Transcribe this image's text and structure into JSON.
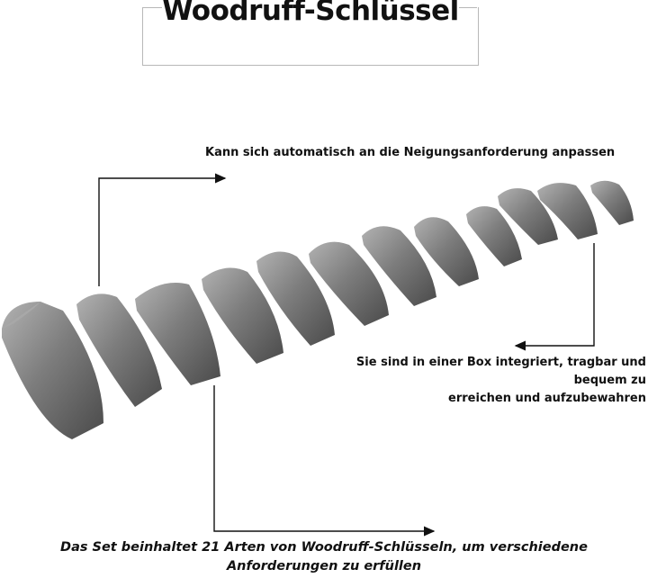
{
  "title": "Woodruff-Schlüssel",
  "captions": {
    "top": "Kann sich automatisch an die Neigungsanforderung anpassen",
    "right_line1": "Sie sind in einer Box integriert, tragbar und bequem zu",
    "right_line2": "erreichen und aufzubewahren",
    "bottom_line1": "Das Set beinhaltet 21 Arten von Woodruff-Schlüsseln, um verschiedene",
    "bottom_line2": "Anforderungen zu erfüllen"
  },
  "colors": {
    "metal_light": "#9a9a9a",
    "metal_mid": "#6f6f6f",
    "metal_dark": "#3c3c3c",
    "arrow": "#111111"
  }
}
